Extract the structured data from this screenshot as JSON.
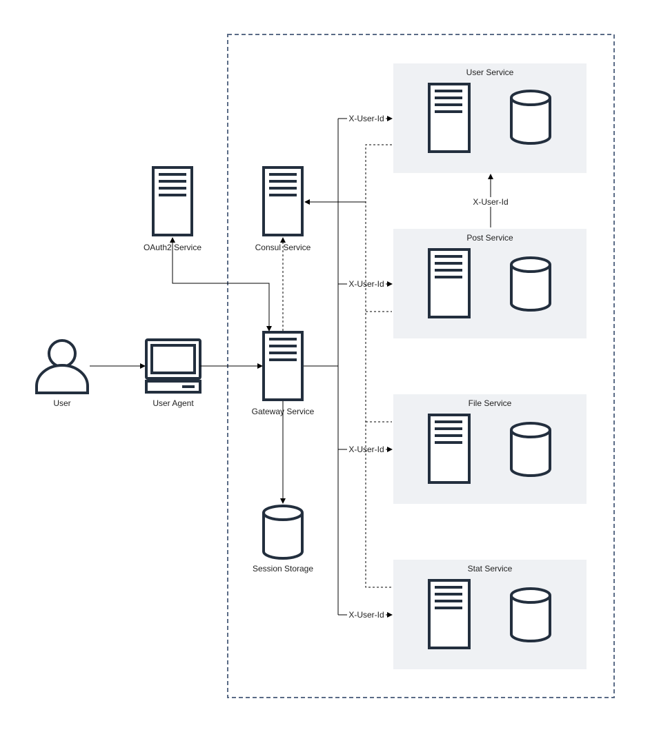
{
  "nodes": {
    "user": "User",
    "user_agent": "User Agent",
    "oauth2": "OAuth2 Service",
    "consul": "Consul Service",
    "gateway": "Gateway Service",
    "session_storage": "Session Storage"
  },
  "services": [
    {
      "title": "User Service"
    },
    {
      "title": "Post Service"
    },
    {
      "title": "File Service"
    },
    {
      "title": "Stat Service"
    }
  ],
  "edge_labels": {
    "x_user_id": "X-User-Id"
  },
  "colors": {
    "icon": "#232f3e",
    "panel": "#eff1f4",
    "boundary": "#5a6b86"
  }
}
